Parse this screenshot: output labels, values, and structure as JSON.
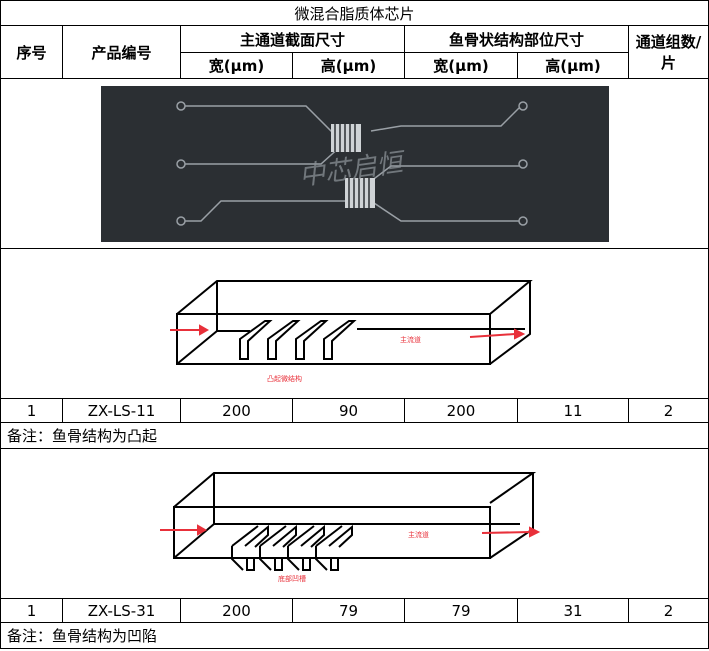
{
  "title": "微混合脂质体芯片",
  "headers": {
    "index": "序号",
    "product_code": "产品编号",
    "main_channel": "主通道截面尺寸",
    "fishbone": "鱼骨状结构部位尺寸",
    "groups": "通道组数/片",
    "width": "宽(μm)",
    "height": "高(μm)"
  },
  "chip_watermark": "中芯启恒",
  "products": [
    {
      "index": "1",
      "code": "ZX-LS-11",
      "main_w": "200",
      "main_h": "90",
      "fb_w": "200",
      "fb_h": "11",
      "groups": "2",
      "note": "备注：鱼骨结构为凸起",
      "label_main": "主流道",
      "label_struct": "凸起微结构"
    },
    {
      "index": "1",
      "code": "ZX-LS-31",
      "main_w": "200",
      "main_h": "79",
      "fb_w": "79",
      "fb_h": "31",
      "groups": "2",
      "note": "备注：鱼骨结构为凹陷",
      "label_main": "主流道",
      "label_struct": "底部凹槽"
    }
  ],
  "colors": {
    "arrow": "#e8303a",
    "chip": "#2b2f33"
  }
}
